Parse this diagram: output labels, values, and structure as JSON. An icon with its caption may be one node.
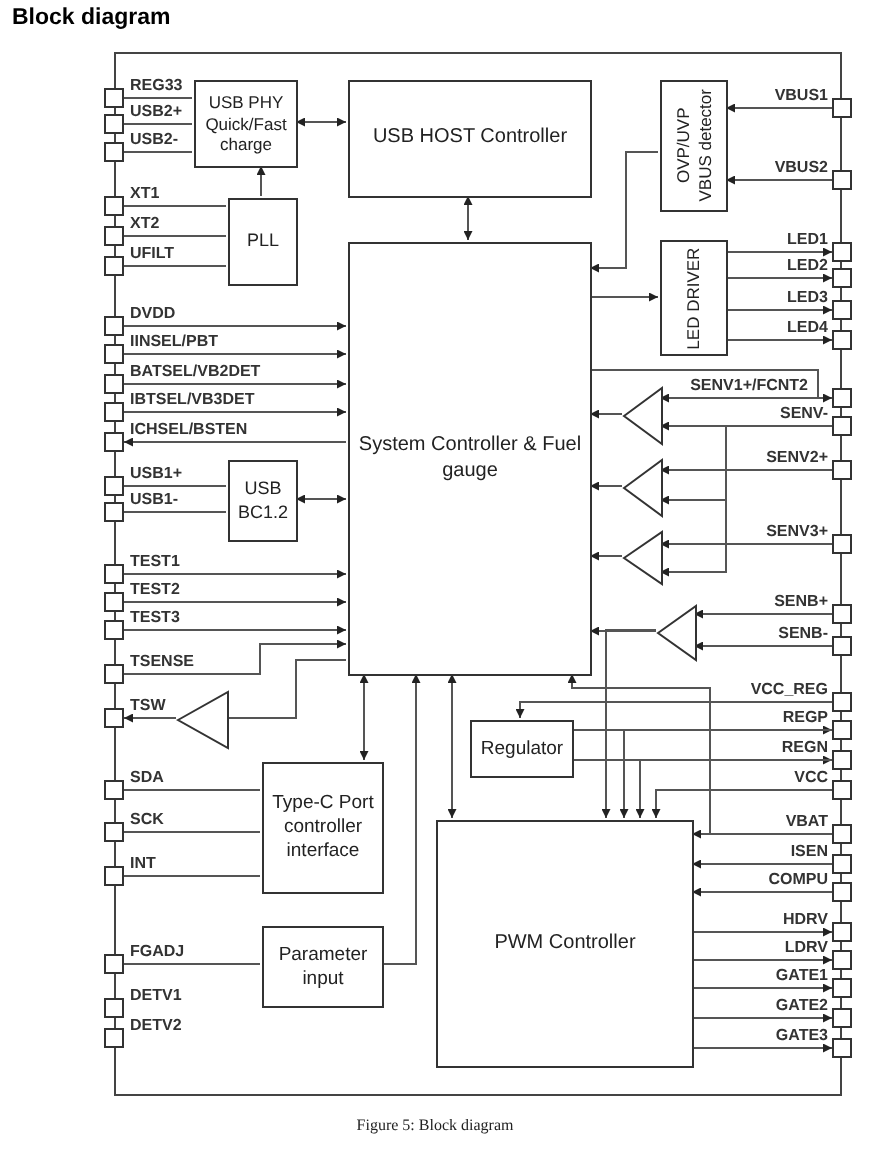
{
  "diagram": {
    "title": "Block diagram",
    "caption": "Figure 5: Block diagram",
    "nodes": [
      {
        "text": [],
        "shape": "box"
      },
      {
        "text": [
          "USB PHY Quick/Fast charge"
        ],
        "in": 0
      },
      {
        "text": [
          "USB HOST Controller"
        ],
        "in": 0
      },
      {
        "text": [
          "OVP/UVP VBUS detector"
        ],
        "in": 0
      },
      {
        "text": [
          "PLL"
        ],
        "in": 0
      },
      {
        "text": [
          "LED DRIVER"
        ],
        "in": 0
      },
      {
        "text": [
          "System Controller & Fuel gauge"
        ],
        "in": 0
      },
      {
        "text": [
          "USB BC1.2"
        ],
        "in": 0
      },
      {
        "text": [
          "Regulator"
        ],
        "in": 0
      },
      {
        "text": [
          "Type-C Port controller interface"
        ],
        "in": 0
      },
      {
        "text": [
          "Parameter input"
        ],
        "in": 0
      },
      {
        "text": [
          "PWM Controller"
        ],
        "in": 0
      },
      {
        "text": [],
        "shape": "triangle",
        "in": 0
      },
      {
        "text": [],
        "shape": "triangle",
        "in": 0
      },
      {
        "text": [],
        "shape": "triangle",
        "in": 0
      },
      {
        "text": [],
        "shape": "triangle",
        "in": 0
      },
      {
        "text": [],
        "shape": "triangle",
        "in": 0
      },
      {
        "text": [],
        "shape": "box",
        "beside": [
          "REG33"
        ]
      },
      {
        "text": [],
        "shape": "box",
        "beside": [
          "USB2+"
        ]
      },
      {
        "text": [],
        "shape": "box",
        "beside": [
          "USB2-"
        ]
      },
      {
        "text": [],
        "shape": "box",
        "beside": [
          "XT1"
        ]
      },
      {
        "text": [],
        "shape": "box",
        "beside": [
          "XT2"
        ]
      },
      {
        "text": [],
        "shape": "box",
        "beside": [
          "UFILT"
        ]
      },
      {
        "text": [],
        "shape": "box",
        "beside": [
          "DVDD"
        ]
      },
      {
        "text": [],
        "shape": "box",
        "beside": [
          "IINSEL/PBT"
        ]
      },
      {
        "text": [],
        "shape": "box",
        "beside": [
          "BATSEL/VB2DET"
        ]
      },
      {
        "text": [],
        "shape": "box",
        "beside": [
          "IBTSEL/VB3DET"
        ]
      },
      {
        "text": [],
        "shape": "box",
        "beside": [
          "ICHSEL/BSTEN"
        ]
      },
      {
        "text": [],
        "shape": "box",
        "beside": [
          "USB1+"
        ]
      },
      {
        "text": [],
        "shape": "box",
        "beside": [
          "USB1-"
        ]
      },
      {
        "text": [],
        "shape": "box",
        "beside": [
          "TEST1"
        ]
      },
      {
        "text": [],
        "shape": "box",
        "beside": [
          "TEST2"
        ]
      },
      {
        "text": [],
        "shape": "box",
        "beside": [
          "TEST3"
        ]
      },
      {
        "text": [],
        "shape": "box",
        "beside": [
          "TSENSE"
        ]
      },
      {
        "text": [],
        "shape": "box",
        "beside": [
          "TSW"
        ]
      },
      {
        "text": [],
        "shape": "box",
        "beside": [
          "SDA"
        ]
      },
      {
        "text": [],
        "shape": "box",
        "beside": [
          "SCK"
        ]
      },
      {
        "text": [],
        "shape": "box",
        "beside": [
          "INT"
        ]
      },
      {
        "text": [],
        "shape": "box",
        "beside": [
          "FGADJ"
        ]
      },
      {
        "text": [],
        "shape": "box",
        "beside": [
          "DETV1"
        ]
      },
      {
        "text": [],
        "shape": "box",
        "beside": [
          "DETV2"
        ]
      },
      {
        "text": [],
        "shape": "box",
        "beside": [
          "VBUS1"
        ]
      },
      {
        "text": [],
        "shape": "box",
        "beside": [
          "VBUS2"
        ]
      },
      {
        "text": [],
        "shape": "box",
        "beside": [
          "LED1"
        ]
      },
      {
        "text": [],
        "shape": "box",
        "beside": [
          "LED2"
        ]
      },
      {
        "text": [],
        "shape": "box",
        "beside": [
          "LED3"
        ]
      },
      {
        "text": [],
        "shape": "box",
        "beside": [
          "LED4"
        ]
      },
      {
        "text": [],
        "shape": "box",
        "beside": [
          "SENV1+/FCNT2"
        ]
      },
      {
        "text": [],
        "shape": "box",
        "beside": [
          "SENV-"
        ]
      },
      {
        "text": [],
        "shape": "box",
        "beside": [
          "SENV2+"
        ]
      },
      {
        "text": [],
        "shape": "box",
        "beside": [
          "SENV3+"
        ]
      },
      {
        "text": [],
        "shape": "box",
        "beside": [
          "SENB+"
        ]
      },
      {
        "text": [],
        "shape": "box",
        "beside": [
          "SENB-"
        ]
      },
      {
        "text": [],
        "shape": "box",
        "beside": [
          "VCC_REG"
        ]
      },
      {
        "text": [],
        "shape": "box",
        "beside": [
          "REGP"
        ]
      },
      {
        "text": [],
        "shape": "box",
        "beside": [
          "REGN"
        ]
      },
      {
        "text": [],
        "shape": "box",
        "beside": [
          "VCC"
        ]
      },
      {
        "text": [],
        "shape": "box",
        "beside": [
          "VBAT"
        ]
      },
      {
        "text": [],
        "shape": "box",
        "beside": [
          "ISEN"
        ]
      },
      {
        "text": [],
        "shape": "box",
        "beside": [
          "COMPU"
        ]
      },
      {
        "text": [],
        "shape": "box",
        "beside": [
          "HDRV"
        ]
      },
      {
        "text": [],
        "shape": "box",
        "beside": [
          "LDRV"
        ]
      },
      {
        "text": [],
        "shape": "box",
        "beside": [
          "GATE1"
        ]
      },
      {
        "text": [],
        "shape": "box",
        "beside": [
          "GATE2"
        ]
      },
      {
        "text": [],
        "shape": "box",
        "beside": [
          "GATE3"
        ]
      }
    ],
    "edges": [
      {
        "from": 1,
        "to": 2,
        "arrow": "both"
      },
      {
        "from": 4,
        "to": 1,
        "arrow": "to"
      },
      {
        "from": 2,
        "to": 6,
        "arrow": "both"
      },
      {
        "from": 17,
        "to": 1,
        "arrow": "none"
      },
      {
        "from": 18,
        "to": 1,
        "arrow": "none"
      },
      {
        "from": 19,
        "to": 1,
        "arrow": "none"
      },
      {
        "from": 20,
        "to": 4,
        "arrow": "none"
      },
      {
        "from": 21,
        "to": 4,
        "arrow": "none"
      },
      {
        "from": 22,
        "to": 4,
        "arrow": "none"
      },
      {
        "from": 23,
        "to": 6,
        "arrow": "to"
      },
      {
        "from": 24,
        "to": 6,
        "arrow": "to"
      },
      {
        "from": 25,
        "to": 6,
        "arrow": "to"
      },
      {
        "from": 26,
        "to": 6,
        "arrow": "to"
      },
      {
        "from": 6,
        "to": 27,
        "arrow": "to"
      },
      {
        "from": 28,
        "to": 7,
        "arrow": "none"
      },
      {
        "from": 29,
        "to": 7,
        "arrow": "none"
      },
      {
        "from": 7,
        "to": 6,
        "arrow": "both"
      },
      {
        "from": 30,
        "to": 6,
        "arrow": "to"
      },
      {
        "from": 31,
        "to": 6,
        "arrow": "to"
      },
      {
        "from": 32,
        "to": 6,
        "arrow": "to"
      },
      {
        "from": 33,
        "to": 6,
        "arrow": "to"
      },
      {
        "from": 6,
        "to": 16,
        "arrow": "none"
      },
      {
        "from": 16,
        "to": 34,
        "arrow": "to"
      },
      {
        "from": 6,
        "to": 9,
        "arrow": "both"
      },
      {
        "from": 35,
        "to": 9,
        "arrow": "none"
      },
      {
        "from": 36,
        "to": 9,
        "arrow": "none"
      },
      {
        "from": 37,
        "to": 9,
        "arrow": "none"
      },
      {
        "from": 38,
        "to": 10,
        "arrow": "none"
      },
      {
        "from": 10,
        "to": 6,
        "arrow": "to"
      },
      {
        "from": 6,
        "to": 11,
        "arrow": "both"
      },
      {
        "from": 41,
        "to": 3,
        "arrow": "to"
      },
      {
        "from": 42,
        "to": 3,
        "arrow": "to"
      },
      {
        "from": 3,
        "to": 6,
        "arrow": "to"
      },
      {
        "from": 6,
        "to": 5,
        "arrow": "to"
      },
      {
        "from": 5,
        "to": 43,
        "arrow": "to"
      },
      {
        "from": 5,
        "to": 44,
        "arrow": "to"
      },
      {
        "from": 5,
        "to": 45,
        "arrow": "to"
      },
      {
        "from": 5,
        "to": 46,
        "arrow": "to"
      },
      {
        "from": 47,
        "to": 12,
        "arrow": "to"
      },
      {
        "from": 48,
        "to": 12,
        "arrow": "to"
      },
      {
        "from": 48,
        "to": 13,
        "arrow": "to"
      },
      {
        "from": 48,
        "to": 14,
        "arrow": "to"
      },
      {
        "from": 49,
        "to": 13,
        "arrow": "to"
      },
      {
        "from": 50,
        "to": 14,
        "arrow": "to"
      },
      {
        "from": 12,
        "to": 6,
        "arrow": "to"
      },
      {
        "from": 13,
        "to": 6,
        "arrow": "to"
      },
      {
        "from": 14,
        "to": 6,
        "arrow": "to"
      },
      {
        "from": 6,
        "to": 47,
        "arrow": "to"
      },
      {
        "from": 51,
        "to": 15,
        "arrow": "to"
      },
      {
        "from": 52,
        "to": 15,
        "arrow": "to"
      },
      {
        "from": 15,
        "to": 6,
        "arrow": "to"
      },
      {
        "from": 15,
        "to": 11,
        "arrow": "to"
      },
      {
        "from": 57,
        "to": 6,
        "arrow": "to"
      },
      {
        "from": 57,
        "to": 11,
        "arrow": "to"
      },
      {
        "from": 53,
        "to": 8,
        "arrow": "to"
      },
      {
        "from": 8,
        "to": 54,
        "arrow": "to"
      },
      {
        "from": 8,
        "to": 55,
        "arrow": "to"
      },
      {
        "from": 54,
        "to": 11,
        "arrow": "to"
      },
      {
        "from": 55,
        "to": 11,
        "arrow": "to"
      },
      {
        "from": 56,
        "to": 11,
        "arrow": "to"
      },
      {
        "from": 58,
        "to": 11,
        "arrow": "to"
      },
      {
        "from": 59,
        "to": 11,
        "arrow": "to"
      },
      {
        "from": 11,
        "to": 60,
        "arrow": "to"
      },
      {
        "from": 11,
        "to": 61,
        "arrow": "to"
      },
      {
        "from": 11,
        "to": 62,
        "arrow": "to"
      },
      {
        "from": 11,
        "to": 63,
        "arrow": "to"
      },
      {
        "from": 11,
        "to": 64,
        "arrow": "to"
      }
    ]
  }
}
